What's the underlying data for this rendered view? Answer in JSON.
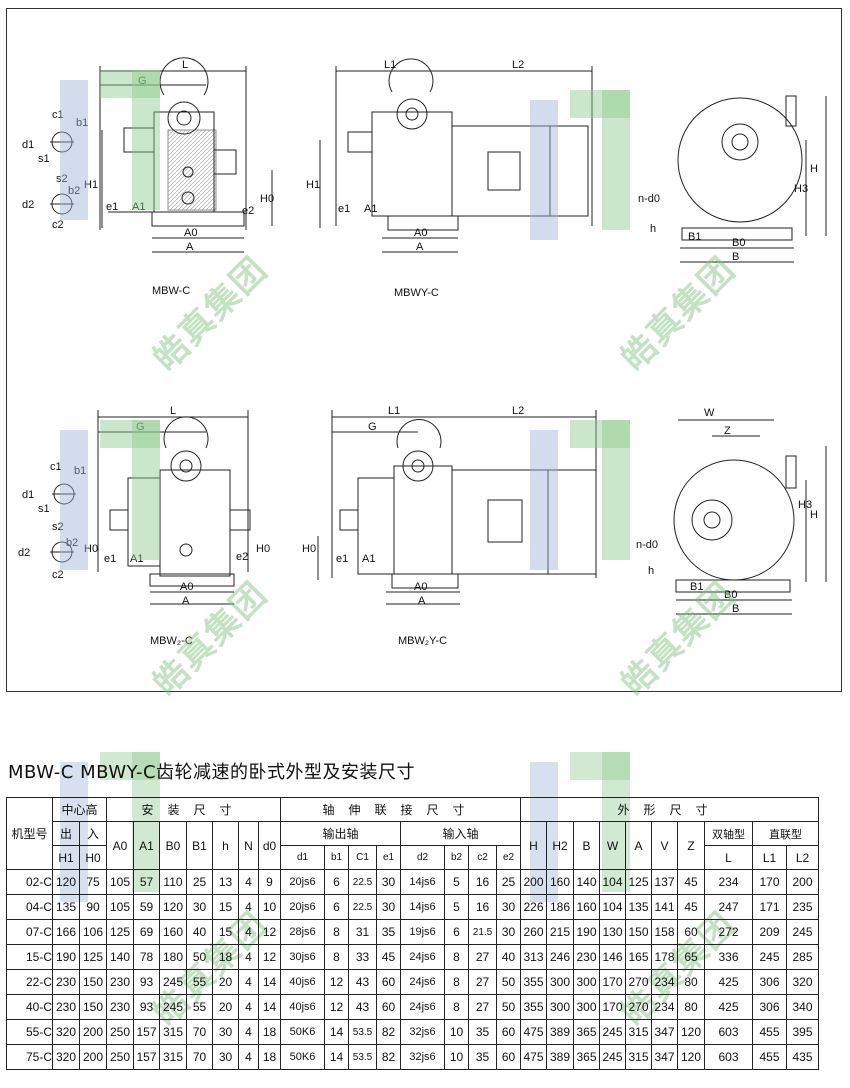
{
  "drawings": {
    "labels": {
      "L": "L",
      "G": "G",
      "L1": "L1",
      "L2": "L2",
      "c1": "c1",
      "b1": "b1",
      "d1": "d1",
      "s1": "s1",
      "s2": "s2",
      "b2": "b2",
      "d2": "d2",
      "c2": "c2",
      "H1": "H1",
      "H0": "H0",
      "H": "H",
      "H3": "H3",
      "e1": "e1",
      "A1": "A1",
      "e2": "e2",
      "A0": "A0",
      "A": "A",
      "B0": "B0",
      "B": "B",
      "B1": "B1",
      "h": "h",
      "ndo": "n-d0",
      "W": "W",
      "Z": "Z"
    },
    "captions": {
      "mbw": "MBW-C",
      "mbwy": "MBWY-C",
      "mbw2": "MBW₂-C",
      "mbw2y": "MBW₂Y-C"
    }
  },
  "watermark": "皓真集团",
  "table": {
    "title": "MBW-C MBWY-C齿轮减速的卧式外型及安装尺寸",
    "headers": {
      "model": "机型号",
      "center": "中心高",
      "install": "安装尺寸",
      "shaft": "轴伸联接尺寸",
      "outline": "外形尺寸",
      "out_in": "出",
      "in_in": "入",
      "output_shaft": "输出轴",
      "input_shaft": "输入轴",
      "double": "双轴型",
      "direct": "直联型"
    },
    "cols": [
      "H1",
      "H0",
      "A0",
      "A1",
      "B0",
      "B1",
      "h",
      "N",
      "d0",
      "d1",
      "b1",
      "C1",
      "e1",
      "d2",
      "b2",
      "c2",
      "e2",
      "H",
      "H2",
      "B",
      "W",
      "A",
      "V",
      "Z",
      "L",
      "L1",
      "L2"
    ],
    "rows": [
      [
        "02-C",
        "120",
        "75",
        "105",
        "57",
        "110",
        "25",
        "13",
        "4",
        "9",
        "20js6",
        "6",
        "22.5",
        "30",
        "14js6",
        "5",
        "16",
        "25",
        "200",
        "160",
        "140",
        "104",
        "125",
        "137",
        "45",
        "234",
        "170",
        "200"
      ],
      [
        "04-C",
        "135",
        "90",
        "105",
        "59",
        "120",
        "30",
        "15",
        "4",
        "10",
        "20js6",
        "6",
        "22.5",
        "30",
        "14js6",
        "5",
        "16",
        "30",
        "226",
        "186",
        "160",
        "104",
        "135",
        "141",
        "45",
        "247",
        "171",
        "235"
      ],
      [
        "07-C",
        "166",
        "106",
        "125",
        "69",
        "160",
        "40",
        "15",
        "4",
        "12",
        "28js6",
        "8",
        "31",
        "35",
        "19js6",
        "6",
        "21.5",
        "30",
        "260",
        "215",
        "190",
        "130",
        "150",
        "158",
        "60",
        "272",
        "209",
        "245"
      ],
      [
        "15-C",
        "190",
        "125",
        "140",
        "78",
        "180",
        "50",
        "18",
        "4",
        "12",
        "30js6",
        "8",
        "33",
        "45",
        "24js6",
        "8",
        "27",
        "40",
        "313",
        "246",
        "230",
        "146",
        "165",
        "178",
        "65",
        "336",
        "245",
        "285"
      ],
      [
        "22-C",
        "230",
        "150",
        "230",
        "93",
        "245",
        "55",
        "20",
        "4",
        "14",
        "40js6",
        "12",
        "43",
        "60",
        "24js6",
        "8",
        "27",
        "50",
        "355",
        "300",
        "300",
        "170",
        "270",
        "234",
        "80",
        "425",
        "306",
        "320"
      ],
      [
        "40-C",
        "230",
        "150",
        "230",
        "93",
        "245",
        "55",
        "20",
        "4",
        "14",
        "40js6",
        "12",
        "43",
        "60",
        "24js6",
        "8",
        "27",
        "50",
        "355",
        "300",
        "300",
        "170",
        "270",
        "234",
        "80",
        "425",
        "306",
        "340"
      ],
      [
        "55-C",
        "320",
        "200",
        "250",
        "157",
        "315",
        "70",
        "30",
        "4",
        "18",
        "50K6",
        "14",
        "53.5",
        "82",
        "32js6",
        "10",
        "35",
        "60",
        "475",
        "389",
        "365",
        "245",
        "315",
        "347",
        "120",
        "603",
        "455",
        "395"
      ],
      [
        "75-C",
        "320",
        "200",
        "250",
        "157",
        "315",
        "70",
        "30",
        "4",
        "18",
        "50K6",
        "14",
        "53.5",
        "82",
        "32js6",
        "10",
        "35",
        "60",
        "475",
        "389",
        "365",
        "245",
        "315",
        "347",
        "120",
        "603",
        "455",
        "435"
      ]
    ]
  }
}
